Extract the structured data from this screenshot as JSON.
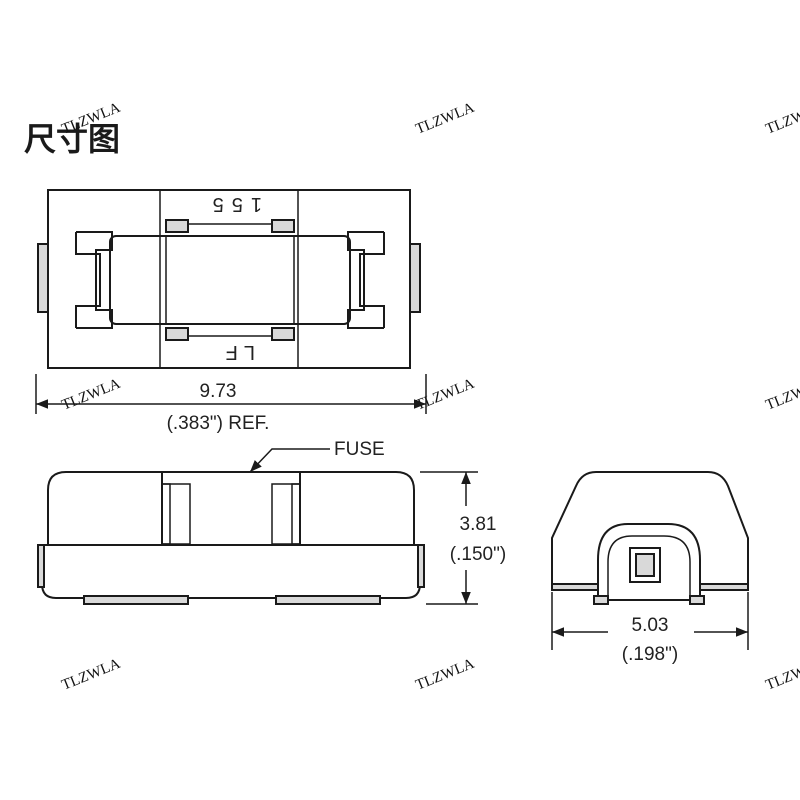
{
  "title": "尺寸图",
  "watermark": "TLZWLA",
  "top_view": {
    "marking_top": "155",
    "marking_bottom": "LF",
    "length_mm": "9.73",
    "length_in": "(.383\") REF."
  },
  "side_view": {
    "fuse_label": "FUSE",
    "height_mm": "3.81",
    "height_in": "(.150\")"
  },
  "end_view": {
    "width_mm": "5.03",
    "width_in": "(.198\")"
  }
}
